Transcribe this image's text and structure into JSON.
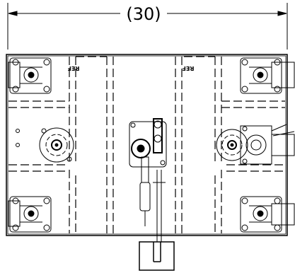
{
  "dimension": {
    "text": "(30)"
  },
  "ref_marks": [
    "REF",
    "REF"
  ],
  "colors": {
    "ink": "#000000",
    "paper": "#ffffff"
  }
}
